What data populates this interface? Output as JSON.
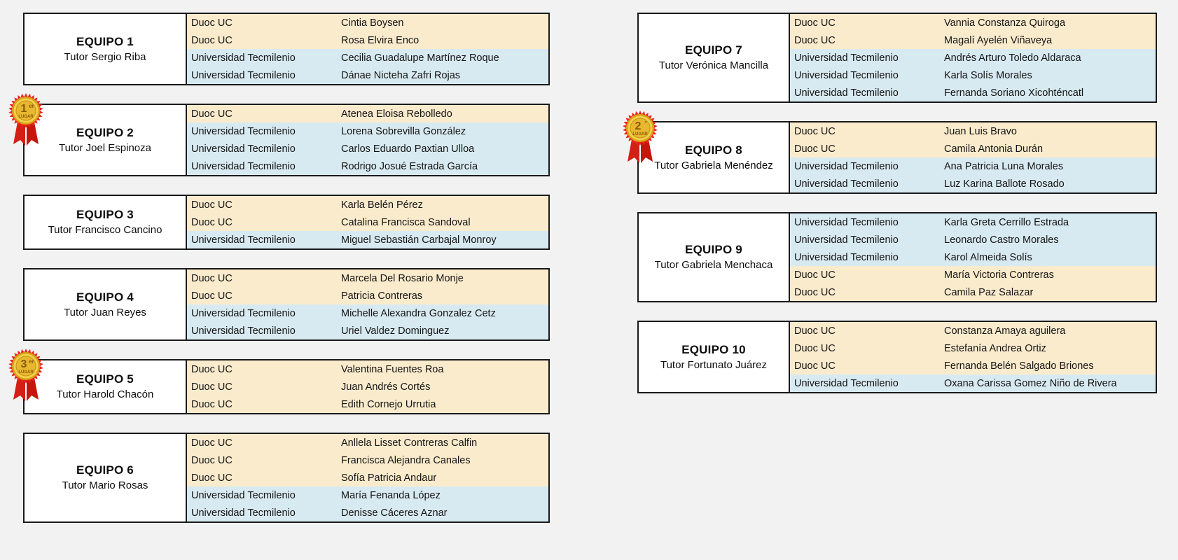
{
  "page": {
    "background_color": "#f2f2f2",
    "duoc_row_color": "#faebcd",
    "tecmilenio_row_color": "#d8eaf1",
    "border_color": "#1a1a1a"
  },
  "universities": {
    "duoc": "Duoc UC",
    "tecmilenio": "Universidad Tecmilenio"
  },
  "awards": {
    "first": {
      "place": "1",
      "ordinal": "er",
      "label": "LUGAR"
    },
    "second": {
      "place": "2",
      "ordinal": "°",
      "label": "LUGAR"
    },
    "third": {
      "place": "3",
      "ordinal": "er",
      "label": "LUGAR"
    }
  },
  "columns": {
    "left": [
      {
        "name": "EQUIPO 1",
        "tutor": "Tutor Sergio Riba",
        "award": null,
        "members": [
          {
            "university": "Duoc UC",
            "name": "Cintia Boysen",
            "type": "duoc"
          },
          {
            "university": "Duoc UC",
            "name": "Rosa Elvira Enco",
            "type": "duoc"
          },
          {
            "university": "Universidad Tecmilenio",
            "name": "Cecilia Guadalupe Martínez Roque",
            "type": "tecmilenio"
          },
          {
            "university": "Universidad Tecmilenio",
            "name": "Dánae Nicteha Zafri Rojas",
            "type": "tecmilenio"
          }
        ]
      },
      {
        "name": "EQUIPO 2",
        "tutor": "Tutor Joel Espinoza",
        "award": "first",
        "members": [
          {
            "university": "Duoc UC",
            "name": "Atenea Eloisa Rebolledo",
            "type": "duoc"
          },
          {
            "university": "Universidad Tecmilenio",
            "name": "Lorena Sobrevilla González",
            "type": "tecmilenio"
          },
          {
            "university": "Universidad Tecmilenio",
            "name": "Carlos Eduardo Paxtian Ulloa",
            "type": "tecmilenio"
          },
          {
            "university": "Universidad Tecmilenio",
            "name": "Rodrigo Josué Estrada García",
            "type": "tecmilenio"
          }
        ]
      },
      {
        "name": "EQUIPO 3",
        "tutor": "Tutor Francisco Cancino",
        "award": null,
        "members": [
          {
            "university": "Duoc UC",
            "name": "Karla Belén Pérez",
            "type": "duoc"
          },
          {
            "university": "Duoc UC",
            "name": "Catalina Francisca Sandoval",
            "type": "duoc"
          },
          {
            "university": "Universidad Tecmilenio",
            "name": "Miguel Sebastián Carbajal Monroy",
            "type": "tecmilenio"
          }
        ]
      },
      {
        "name": "EQUIPO 4",
        "tutor": "Tutor Juan Reyes",
        "award": null,
        "members": [
          {
            "university": "Duoc UC",
            "name": "Marcela Del Rosario Monje",
            "type": "duoc"
          },
          {
            "university": "Duoc UC",
            "name": "Patricia Contreras",
            "type": "duoc"
          },
          {
            "university": "Universidad Tecmilenio",
            "name": "Michelle Alexandra Gonzalez Cetz",
            "type": "tecmilenio"
          },
          {
            "university": "Universidad Tecmilenio",
            "name": "Uriel Valdez Dominguez",
            "type": "tecmilenio"
          }
        ]
      },
      {
        "name": "EQUIPO 5",
        "tutor": "Tutor Harold Chacón",
        "award": "third",
        "members": [
          {
            "university": "Duoc UC",
            "name": "Valentina Fuentes Roa",
            "type": "duoc"
          },
          {
            "university": "Duoc UC",
            "name": "Juan Andrés Cortés",
            "type": "duoc"
          },
          {
            "university": "Duoc UC",
            "name": "Edith Cornejo Urrutia",
            "type": "duoc"
          }
        ]
      },
      {
        "name": "EQUIPO 6",
        "tutor": "Tutor Mario Rosas",
        "award": null,
        "members": [
          {
            "university": "Duoc UC",
            "name": "Anllela Lisset Contreras Calfin",
            "type": "duoc"
          },
          {
            "university": "Duoc UC",
            "name": "Francisca Alejandra Canales",
            "type": "duoc"
          },
          {
            "university": "Duoc UC",
            "name": "Sofía Patricia Andaur",
            "type": "duoc"
          },
          {
            "university": "Universidad Tecmilenio",
            "name": "María Fenanda López",
            "type": "tecmilenio"
          },
          {
            "university": "Universidad Tecmilenio",
            "name": "Denisse Cáceres Aznar",
            "type": "tecmilenio"
          }
        ]
      }
    ],
    "right": [
      {
        "name": "EQUIPO 7",
        "tutor": "Tutor Verónica Mancilla",
        "award": null,
        "members": [
          {
            "university": "Duoc UC",
            "name": "Vannia Constanza Quiroga",
            "type": "duoc"
          },
          {
            "university": "Duoc UC",
            "name": "Magalí Ayelén Viñaveya",
            "type": "duoc"
          },
          {
            "university": "Universidad Tecmilenio",
            "name": "Andrés Arturo Toledo Aldaraca",
            "type": "tecmilenio"
          },
          {
            "university": "Universidad Tecmilenio",
            "name": "Karla Solís Morales",
            "type": "tecmilenio"
          },
          {
            "university": "Universidad Tecmilenio",
            "name": "Fernanda Soriano Xicohténcatl",
            "type": "tecmilenio"
          }
        ]
      },
      {
        "name": "EQUIPO 8",
        "tutor": "Tutor Gabriela Menéndez",
        "award": "second",
        "members": [
          {
            "university": "Duoc UC",
            "name": "Juan Luis Bravo",
            "type": "duoc"
          },
          {
            "university": "Duoc UC",
            "name": "Camila Antonia Durán",
            "type": "duoc"
          },
          {
            "university": "Universidad Tecmilenio",
            "name": "Ana Patricia Luna Morales",
            "type": "tecmilenio"
          },
          {
            "university": "Universidad Tecmilenio",
            "name": "Luz Karina Ballote Rosado",
            "type": "tecmilenio"
          }
        ]
      },
      {
        "name": "EQUIPO 9",
        "tutor": "Tutor Gabriela Menchaca",
        "award": null,
        "members": [
          {
            "university": "Universidad Tecmilenio",
            "name": "Karla Greta Cerrillo Estrada",
            "type": "tecmilenio"
          },
          {
            "university": "Universidad Tecmilenio",
            "name": "Leonardo Castro Morales",
            "type": "tecmilenio"
          },
          {
            "university": "Universidad Tecmilenio",
            "name": "Karol Almeida Solís",
            "type": "tecmilenio"
          },
          {
            "university": "Duoc UC",
            "name": "María Victoria  Contreras",
            "type": "duoc"
          },
          {
            "university": "Duoc UC",
            "name": "Camila Paz Salazar",
            "type": "duoc"
          }
        ]
      },
      {
        "name": "EQUIPO 10",
        "tutor": "Tutor Fortunato Juárez",
        "award": null,
        "members": [
          {
            "university": "Duoc UC",
            "name": "Constanza Amaya aguilera",
            "type": "duoc"
          },
          {
            "university": "Duoc UC",
            "name": "Estefanía Andrea Ortiz",
            "type": "duoc"
          },
          {
            "university": "Duoc UC",
            "name": "Fernanda Belén Salgado Briones",
            "type": "duoc"
          },
          {
            "university": "Universidad Tecmilenio",
            "name": "Oxana Carissa Gomez Niño de Rivera",
            "type": "tecmilenio"
          }
        ]
      }
    ]
  }
}
